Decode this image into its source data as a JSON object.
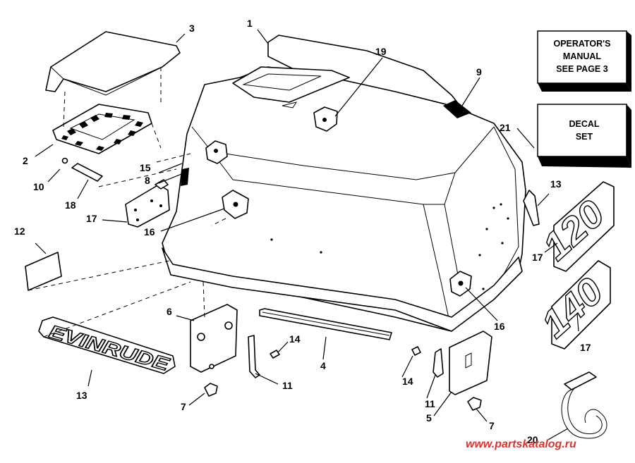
{
  "callouts": {
    "c1": "1",
    "c2": "2",
    "c3": "3",
    "c4": "4",
    "c5": "5",
    "c6": "6",
    "c7a": "7",
    "c7b": "7",
    "c8": "8",
    "c9": "9",
    "c10": "10",
    "c11a": "11",
    "c11b": "11",
    "c12": "12",
    "c13a": "13",
    "c13b": "13",
    "c14a": "14",
    "c14b": "14",
    "c15": "15",
    "c16a": "16",
    "c16b": "16",
    "c17a": "17",
    "c17b": "17",
    "c17c": "17",
    "c18": "18",
    "c19": "19",
    "c20": "20",
    "c21": "21"
  },
  "manual_box": {
    "line1": "OPERATOR'S",
    "line2": "MANUAL",
    "line3": "SEE PAGE 3"
  },
  "decal_box": {
    "line1": "DECAL",
    "line2": "SET"
  },
  "logos": {
    "brand": "EVINRUDE",
    "model_a": "120",
    "model_b": "140"
  },
  "watermark": "www.partskatalog.ru"
}
